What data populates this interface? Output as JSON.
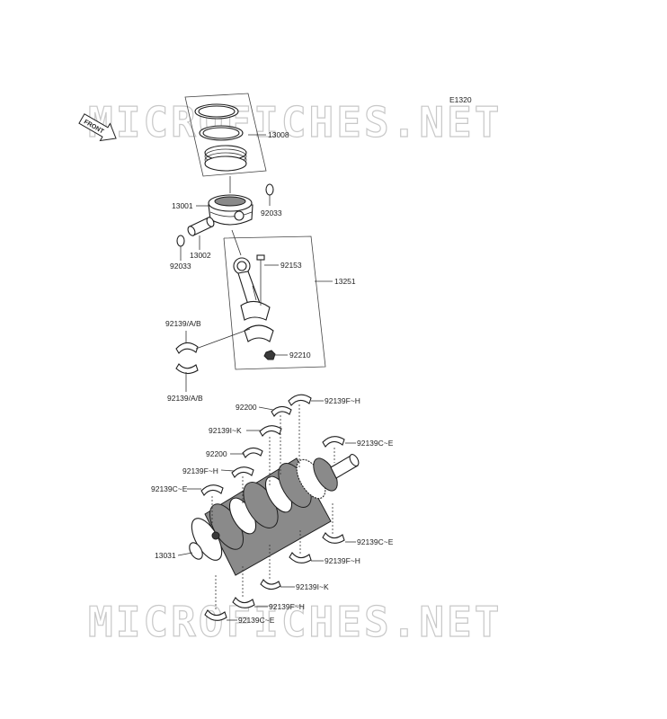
{
  "diagram": {
    "code": "E1320",
    "front_label": "FRONT",
    "watermark_text": "MICROFICHES.NET",
    "labels": [
      {
        "id": "13008",
        "text": "13008"
      },
      {
        "id": "13001",
        "text": "13001"
      },
      {
        "id": "92033a",
        "text": "92033"
      },
      {
        "id": "13002",
        "text": "13002"
      },
      {
        "id": "92033b",
        "text": "92033"
      },
      {
        "id": "92153",
        "text": "92153"
      },
      {
        "id": "13251",
        "text": "13251"
      },
      {
        "id": "92139ab1",
        "text": "92139/A/B"
      },
      {
        "id": "92210",
        "text": "92210"
      },
      {
        "id": "92139ab2",
        "text": "92139/A/B"
      },
      {
        "id": "92200a",
        "text": "92200"
      },
      {
        "id": "92139fh1",
        "text": "92139F~H"
      },
      {
        "id": "92139ik1",
        "text": "92139I~K"
      },
      {
        "id": "92139ce1",
        "text": "92139C~E"
      },
      {
        "id": "92200b",
        "text": "92200"
      },
      {
        "id": "92139fh2",
        "text": "92139F~H"
      },
      {
        "id": "92139ce2",
        "text": "92139C~E"
      },
      {
        "id": "13031",
        "text": "13031"
      },
      {
        "id": "92139ce3",
        "text": "92139C~E"
      },
      {
        "id": "92139fh3",
        "text": "92139F~H"
      },
      {
        "id": "92139ik2",
        "text": "92139I~K"
      },
      {
        "id": "92139fh4",
        "text": "92139F~H"
      },
      {
        "id": "92139ce4",
        "text": "92139C~E"
      }
    ]
  }
}
